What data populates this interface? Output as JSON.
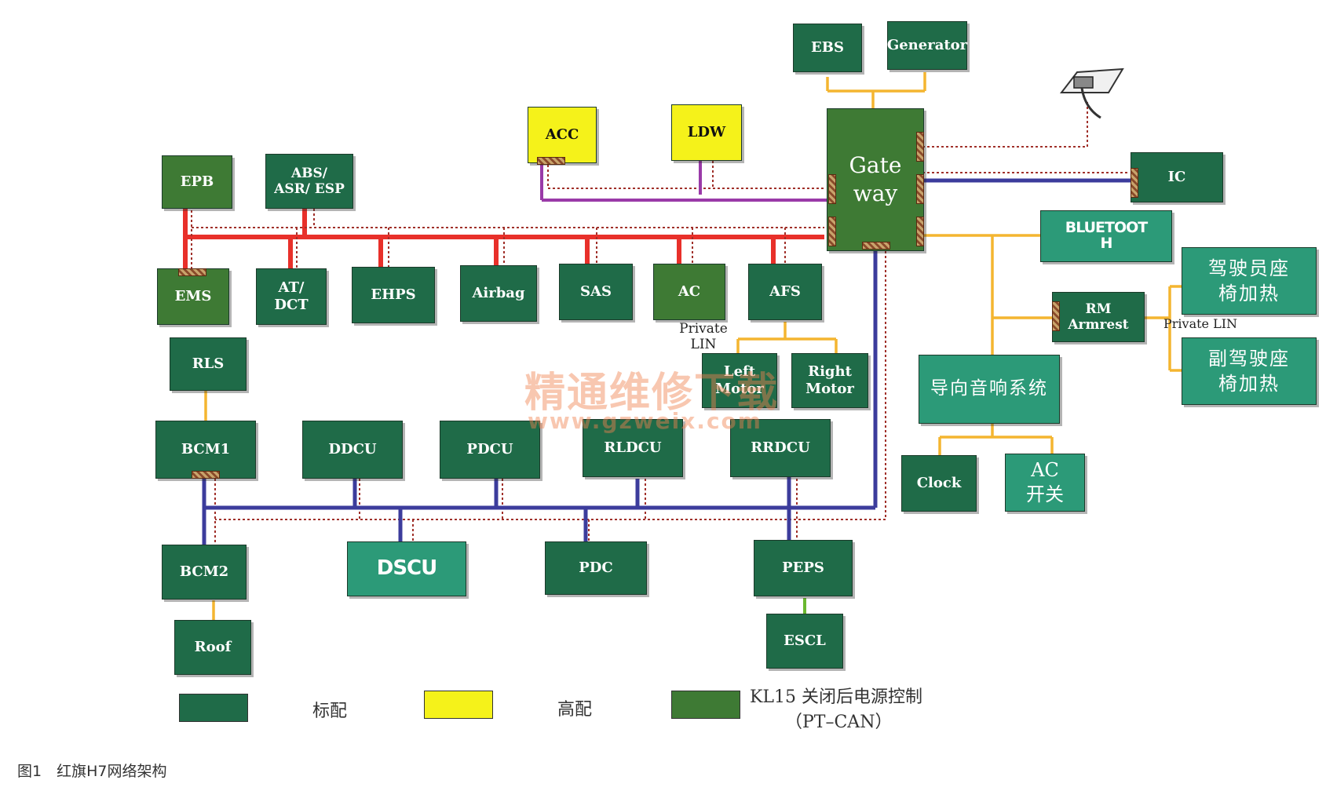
{
  "nodes": {
    "ebs": "EBS",
    "generator": "Generator",
    "acc": "ACC",
    "ldw": "LDW",
    "gateway": "Gate way",
    "ic": "IC",
    "bluetooth": "BLUETOOT H",
    "seat_heat_driver": "驾驶员座椅加热",
    "seat_heat_passenger": "副驾驶座椅加热",
    "rm_armrest": "RM Armrest",
    "epb": "EPB",
    "abs": "ABS/ ASR/ ESP",
    "ems": "EMS",
    "at_dct": "AT/ DCT",
    "ehps": "EHPS",
    "airbag": "Airbag",
    "sas": "SAS",
    "ac": "AC",
    "afs": "AFS",
    "left_motor": "Left Motor",
    "right_motor": "Right Motor",
    "nav_audio": "导向音响系统",
    "clock": "Clock",
    "ac_switch": "AC 开关",
    "rls": "RLS",
    "bcm1": "BCM1",
    "ddcu": "DDCU",
    "pdcu": "PDCU",
    "rldcu": "RLDCU",
    "rrdcu": "RRDCU",
    "bcm2": "BCM2",
    "dscu": "DSCU",
    "pdc": "PDC",
    "peps": "PEPS",
    "roof": "Roof",
    "escl": "ESCL"
  },
  "labels": {
    "private_lin_left": "Private LIN",
    "private_lin_right": "Private LIN"
  },
  "legend": {
    "standard": "标配",
    "high": "高配",
    "kl15": "KL15 关闭后电源控制",
    "pt_can": "（PT–CAN）"
  },
  "watermark": {
    "title": "精通维修下载",
    "url": "www.gzweix.com"
  },
  "caption": "图1　红旗H7网络架构",
  "colors": {
    "node_dark_teal": "#1f6b48",
    "node_green": "#3e7a34",
    "node_yellow": "#f5f21a",
    "node_light_teal": "#2c9a78",
    "pt_can_red": "#e8302a",
    "body_can_blue": "#3c3c9c",
    "lin_orange": "#f4b530",
    "purple": "#9a3aa8",
    "escl_green": "#6ab830"
  }
}
